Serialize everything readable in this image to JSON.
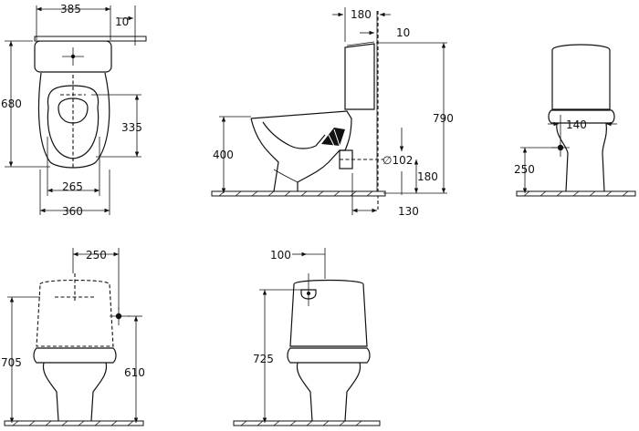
{
  "views": {
    "top": {
      "width_top": "385",
      "cistern_offset": "10",
      "depth": "680",
      "seat_depth": "335",
      "seat_width": "265",
      "base_width": "360"
    },
    "side": {
      "cistern_depth": "180",
      "wall_gap": "10",
      "total_height": "790",
      "seat_height": "400",
      "outlet_diameter": "∅102",
      "outlet_height": "180",
      "outlet_projection": "130"
    },
    "rear": {
      "outlet_offset": "140",
      "outlet_height": "250"
    },
    "front_left": {
      "inlet_offset": "250",
      "height": "705",
      "inlet_height": "610"
    },
    "front_right": {
      "inlet_offset": "100",
      "height": "725"
    }
  }
}
